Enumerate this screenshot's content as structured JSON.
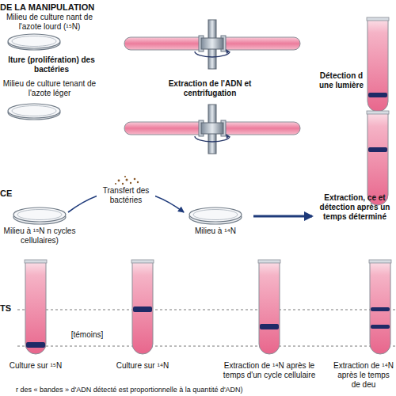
{
  "diagram": {
    "nodes": [
      {
        "text": [
          "Milieu à ¹⁵N n cycles cellulaires)"
        ]
      },
      {
        "text": [
          "Milieu à ¹⁴N"
        ]
      },
      {
        "text": [
          "Extraction, ce et détection après un temps déterminé"
        ]
      }
    ],
    "edges": [
      {
        "from": 0,
        "to": 1,
        "arrow": "to",
        "label": "Transfert des bactéries"
      },
      {
        "from": 1,
        "to": 2,
        "arrow": "to"
      }
    ],
    "labels": [
      "DE LA MANIPULATION",
      "Milieu de culture nant de l'azote lourd (¹⁵N)",
      "Extraction de l'ADN et centrifugation",
      "Détection d une lumière",
      "lture (prolifération) des bactéries",
      "Milieu de culture tenant de l'azote léger",
      "CE",
      "TS",
      "[témoins]",
      "Culture sur ¹⁵N",
      "Culture sur ¹⁴N",
      "Extraction de ¹⁴N après le temps d'un cycle cellulaire",
      "Extraction de ¹⁴N après le temps de deu",
      "r des « bandes » d'ADN détecté est proportionnelle à la quantité d'ADN)"
    ]
  }
}
